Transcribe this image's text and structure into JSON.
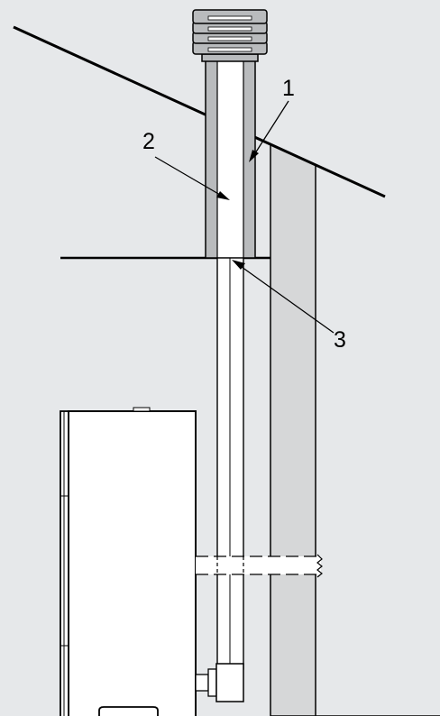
{
  "callouts": [
    {
      "id": "1",
      "label": "1"
    },
    {
      "id": "2",
      "label": "2"
    },
    {
      "id": "3",
      "label": "3"
    }
  ],
  "colors": {
    "background": "#e6e8ea",
    "outer_pipe": "#b9bbbd",
    "wall": "#d6d7d8",
    "white": "#ffffff",
    "line": "#000000"
  }
}
